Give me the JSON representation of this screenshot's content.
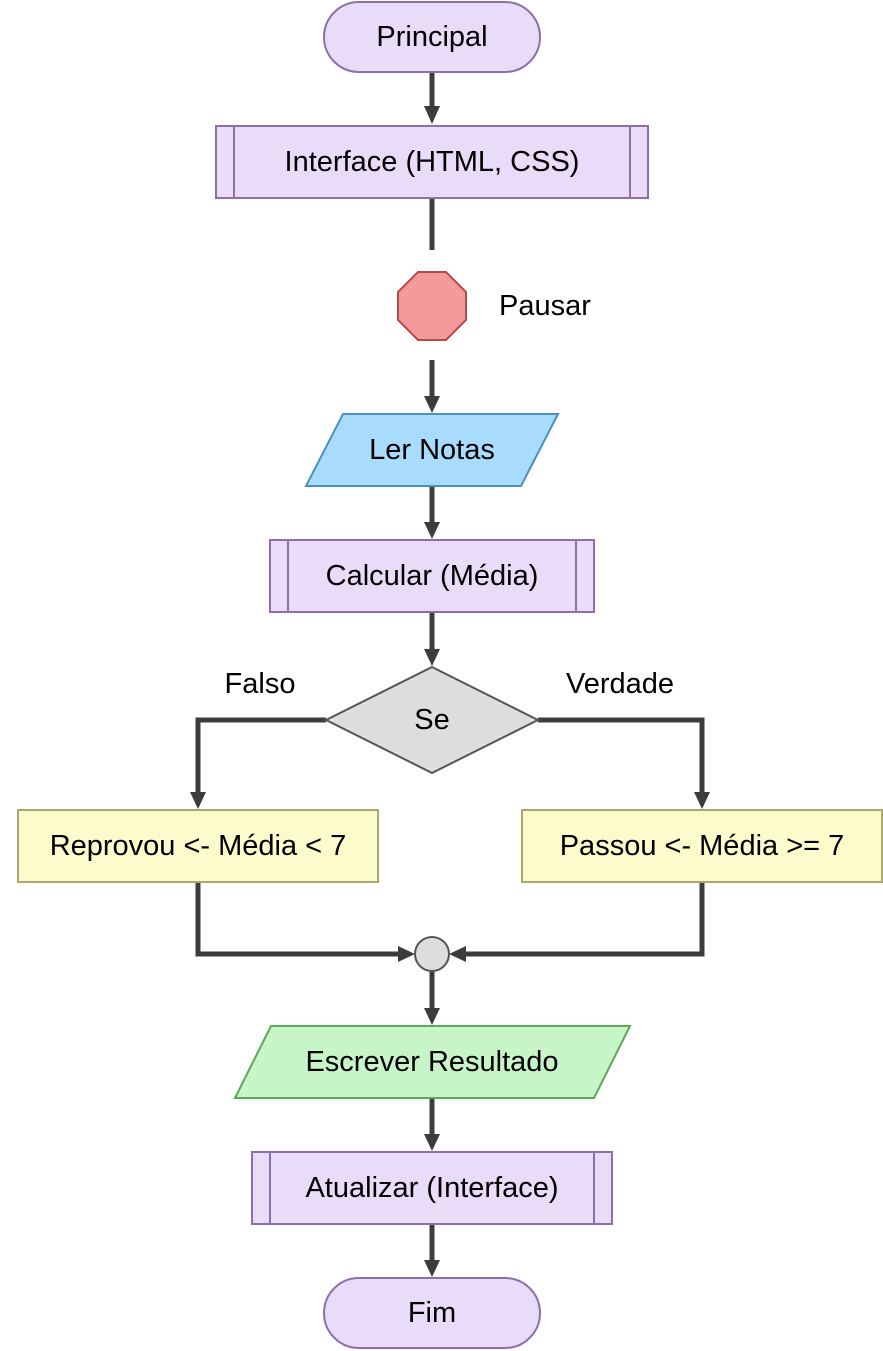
{
  "diagram": {
    "nodes": {
      "start": {
        "label": "Principal",
        "shape": "terminal",
        "fill": "#e8dcf8",
        "stroke": "#8e6fa8"
      },
      "interface": {
        "label": "Interface (HTML, CSS)",
        "shape": "subprocess",
        "fill": "#e8dcf8",
        "stroke": "#8e6fa8"
      },
      "pause": {
        "label": "Pausar",
        "shape": "stop-octagon",
        "fill": "#f59a9a",
        "stroke": "#b34a4a"
      },
      "read": {
        "label": "Ler Notas",
        "shape": "input-parallelogram",
        "fill": "#a9dcfc",
        "stroke": "#4a90c0"
      },
      "calc": {
        "label": "Calcular (Média)",
        "shape": "subprocess",
        "fill": "#e8dcf8",
        "stroke": "#8e6fa8"
      },
      "decision": {
        "label": "Se",
        "shape": "diamond",
        "fill": "#dddddd",
        "stroke": "#555555"
      },
      "fail": {
        "label": "Reprovou <- Média < 7",
        "shape": "process",
        "fill": "#fbfbcc",
        "stroke": "#a8a870"
      },
      "pass": {
        "label": "Passou <- Média >= 7",
        "shape": "process",
        "fill": "#fbfbcc",
        "stroke": "#a8a870"
      },
      "merge": {
        "label": "",
        "shape": "connector",
        "fill": "#dddddd",
        "stroke": "#555555"
      },
      "write": {
        "label": "Escrever Resultado",
        "shape": "output-parallelogram",
        "fill": "#c8f5c8",
        "stroke": "#5aa85a"
      },
      "update": {
        "label": "Atualizar (Interface)",
        "shape": "subprocess",
        "fill": "#e8dcf8",
        "stroke": "#8e6fa8"
      },
      "end": {
        "label": "Fim",
        "shape": "terminal",
        "fill": "#e8dcf8",
        "stroke": "#8e6fa8"
      }
    },
    "edges": {
      "false_label": "Falso",
      "true_label": "Verdade"
    },
    "edge_color": "#3c3c3c"
  }
}
